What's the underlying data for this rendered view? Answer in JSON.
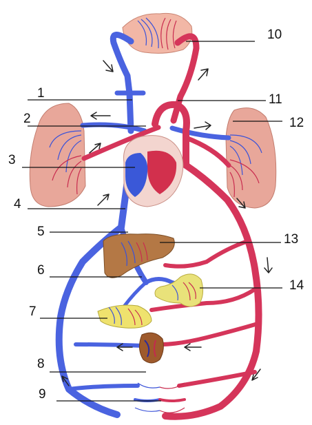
{
  "diagram": {
    "labels": [
      "1",
      "2",
      "3",
      "4",
      "5",
      "6",
      "7",
      "8",
      "9",
      "10",
      "11",
      "12",
      "13",
      "14"
    ]
  }
}
